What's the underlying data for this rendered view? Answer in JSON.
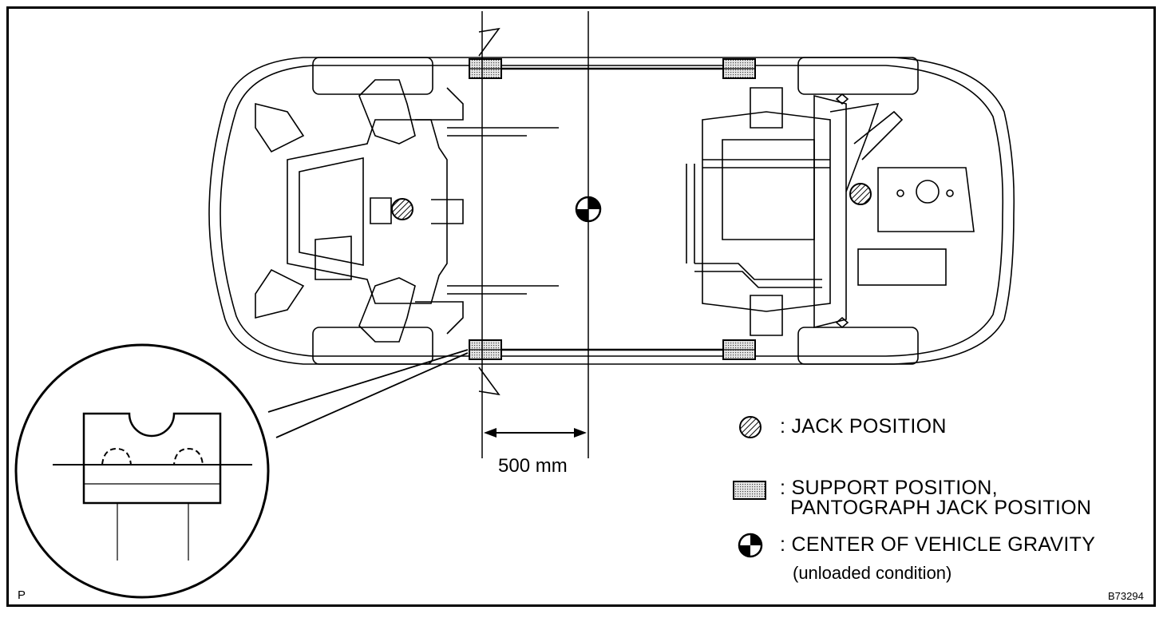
{
  "dimension": {
    "label": "500 mm"
  },
  "legend": {
    "jack": {
      "icon": "hatched-circle-icon",
      "text": ": JACK POSITION"
    },
    "support": {
      "icon": "dotted-rectangle-icon",
      "line1": ": SUPPORT POSITION,",
      "line2": "PANTOGRAPH JACK POSITION"
    },
    "gravity": {
      "icon": "center-of-gravity-icon",
      "line1": ": CENTER OF VEHICLE GRAVITY",
      "line2": "(unloaded condition)"
    }
  },
  "corner_left": "P",
  "figure_code": "B73294"
}
